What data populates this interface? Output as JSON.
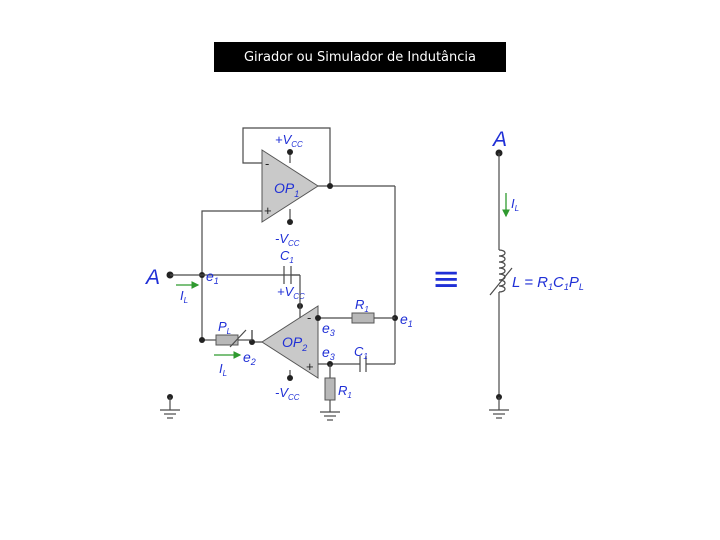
{
  "title": "Girador ou Simulador de Indutância",
  "labels": {
    "node_a": "A",
    "vcc_plus": "+V",
    "vcc_minus": "-V",
    "vcc_sub": "CC",
    "op1": "OP",
    "op1_sub": "1",
    "op2": "OP",
    "op2_sub": "2",
    "c": "C",
    "c_sub": "1",
    "r": "R",
    "r_sub": "1",
    "p": "P",
    "p_sub": "L",
    "e": "e",
    "e1_sub": "1",
    "e2_sub": "2",
    "e3_sub": "3",
    "i": "I",
    "i_sub": "L",
    "minus": "-",
    "plus": "+",
    "equiv": "≡",
    "formula_lhs": "L = ",
    "formula_r": "R",
    "formula_r_sub": "1",
    "formula_c": "C",
    "formula_c_sub": "1",
    "formula_p": "P",
    "formula_p_sub": "L"
  },
  "colors": {
    "label_blue": "#1f2fd6",
    "wire": "#4a4a4a",
    "current_arrow": "#2f9a2f",
    "resistor_fill": "#b8b8b8"
  }
}
